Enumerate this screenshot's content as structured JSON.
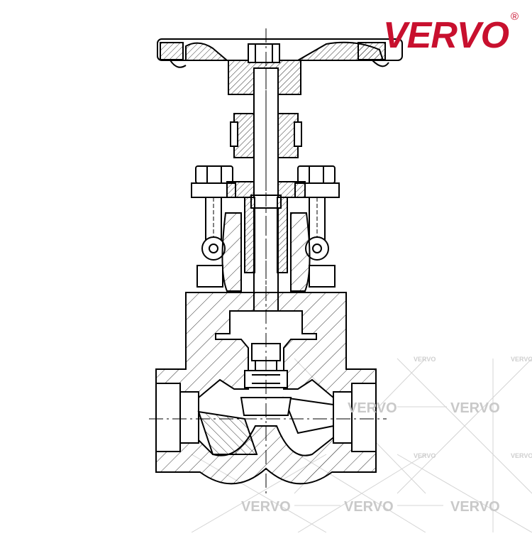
{
  "brand": {
    "name": "VERVO",
    "registered_mark": "®",
    "color": "#c8102e"
  },
  "watermark": {
    "text": "VERVO",
    "color": "#c9c9c9"
  },
  "drawing": {
    "subject": "forged-steel-globe-valve-section",
    "line_color": "#000000",
    "hatch_color": "#000000",
    "background": "#ffffff"
  }
}
